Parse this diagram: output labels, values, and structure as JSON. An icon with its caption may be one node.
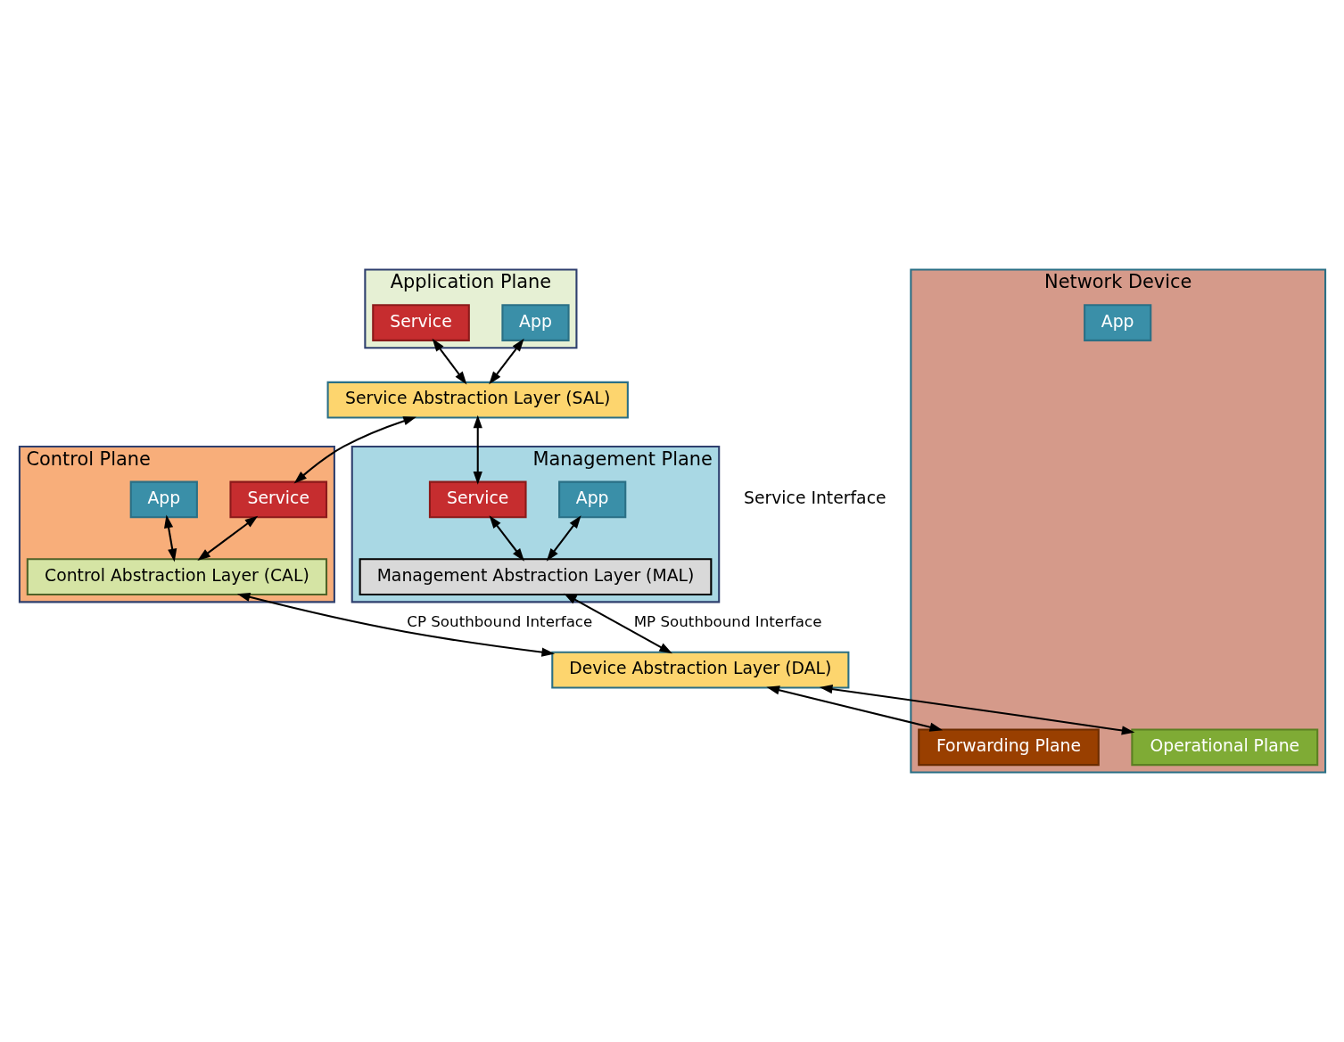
{
  "diagram": {
    "nodes": [
      {
        "text": [
          "Application Plane"
        ]
      },
      {
        "text": [
          "Service"
        ],
        "in": 0
      },
      {
        "text": [
          "App"
        ],
        "in": 0
      },
      {
        "text": [
          "Service Abstraction Layer (SAL)"
        ]
      },
      {
        "text": [
          "Control Plane"
        ]
      },
      {
        "text": [
          "Service"
        ],
        "in": 4
      },
      {
        "text": [
          "App"
        ],
        "in": 4
      },
      {
        "text": [
          "Control Abstraction Layer (CAL)"
        ],
        "in": 4
      },
      {
        "text": [
          "Management Plane"
        ]
      },
      {
        "text": [
          "App"
        ],
        "in": 8
      },
      {
        "text": [
          "Service"
        ],
        "in": 8
      },
      {
        "text": [
          "Management Abstraction Layer (MAL)"
        ],
        "in": 8
      },
      {
        "text": [
          "Device Abstraction Layer (DAL)"
        ]
      },
      {
        "text": [
          "Network Device"
        ]
      },
      {
        "text": [
          "Forwarding Plane"
        ],
        "in": 13
      },
      {
        "text": [
          "App"
        ],
        "in": 13
      },
      {
        "text": [
          "Operational Plane"
        ],
        "in": 13
      }
    ],
    "edges": [
      {
        "from": 1,
        "to": 3,
        "arrow": "both"
      },
      {
        "from": 2,
        "to": 3,
        "arrow": "both"
      },
      {
        "from": 3,
        "to": 5,
        "arrow": "both"
      },
      {
        "from": 3,
        "to": 10,
        "arrow": "both"
      },
      {
        "from": 5,
        "to": 7,
        "arrow": "both"
      },
      {
        "from": 6,
        "to": 7,
        "arrow": "both"
      },
      {
        "from": 9,
        "to": 11,
        "arrow": "both"
      },
      {
        "from": 10,
        "to": 11,
        "arrow": "both"
      },
      {
        "from": 7,
        "to": 12,
        "arrow": "both",
        "label": "CP Southbound Interface"
      },
      {
        "from": 11,
        "to": 12,
        "arrow": "both",
        "label": "MP Southbound Interface"
      },
      {
        "from": 12,
        "to": 14,
        "arrow": "both"
      },
      {
        "from": 12,
        "to": 16,
        "arrow": "both"
      }
    ],
    "labels": [
      "Service Interface"
    ]
  }
}
